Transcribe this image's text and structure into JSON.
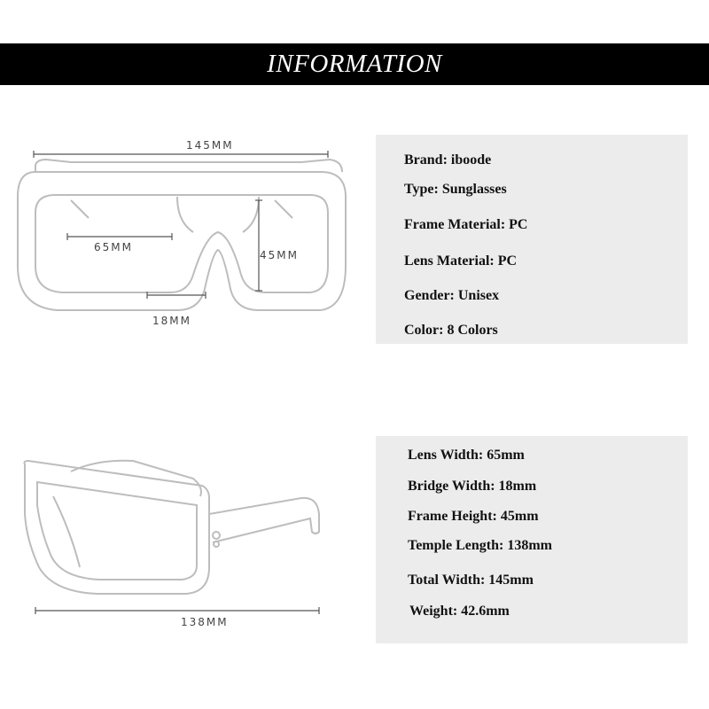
{
  "banner": {
    "title": "INFORMATION"
  },
  "front_view": {
    "total_width_label": "145MM",
    "lens_width_label": "65MM",
    "frame_height_label": "45MM",
    "bridge_width_label": "18MM"
  },
  "side_view": {
    "temple_length_label": "138MM"
  },
  "specs_top": [
    {
      "key": "Brand:",
      "value": "iboode"
    },
    {
      "key": "Type:",
      "value": "Sunglasses"
    },
    {
      "key": "Frame Material:",
      "value": "PC"
    },
    {
      "key": "Lens Material:",
      "value": "PC"
    },
    {
      "key": "Gender:",
      "value": "Unisex"
    },
    {
      "key": "Color:",
      "value": "8 Colors"
    }
  ],
  "specs_bottom": [
    {
      "key": "Lens Width:",
      "value": "65mm"
    },
    {
      "key": "Bridge Width:",
      "value": "18mm"
    },
    {
      "key": "Frame Height:",
      "value": "45mm"
    },
    {
      "key": "Temple Length:",
      "value": "138mm"
    },
    {
      "key": "Total Width:",
      "value": "145mm"
    },
    {
      "key": "Weight:",
      "value": "42.6mm"
    }
  ]
}
